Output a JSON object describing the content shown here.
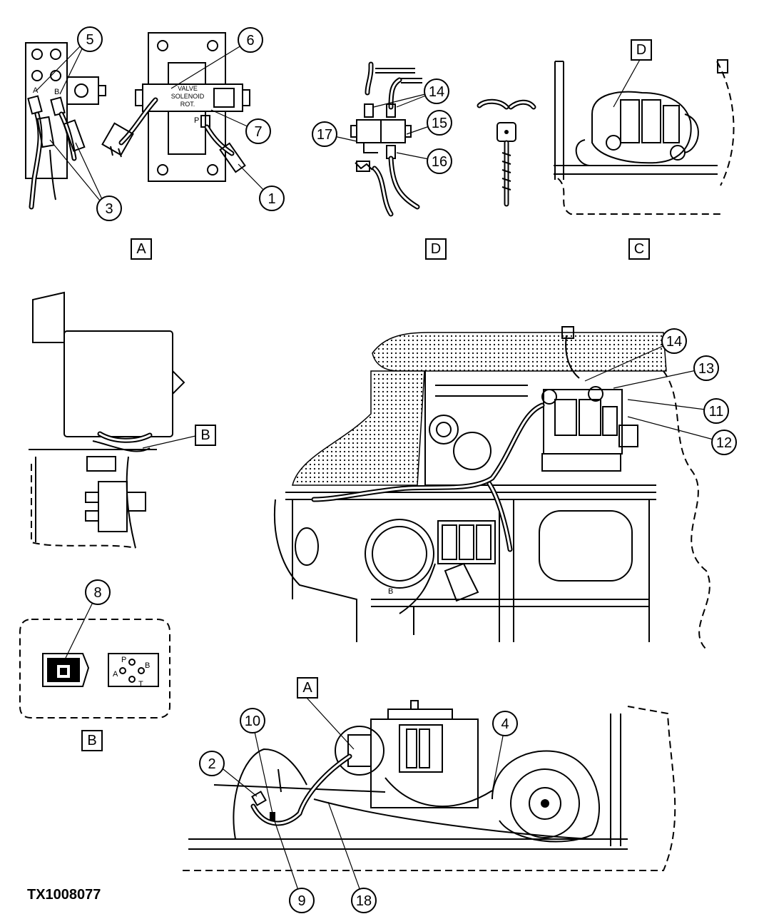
{
  "figure_id": "TX1008077",
  "view_labels": [
    "A",
    "D",
    "C",
    "B",
    "A"
  ],
  "view_d_top": "D",
  "solenoid_plate": {
    "line1": "VALVE",
    "line2": "SOLENOID",
    "line3": "ROT."
  },
  "port_labels": {
    "a": "A",
    "b": "B",
    "p": "P",
    "t": "T"
  },
  "callouts": [
    "1",
    "2",
    "3",
    "4",
    "5",
    "6",
    "7",
    "8",
    "9",
    "10",
    "11",
    "12",
    "13",
    "14",
    "15",
    "16",
    "17",
    "18"
  ]
}
